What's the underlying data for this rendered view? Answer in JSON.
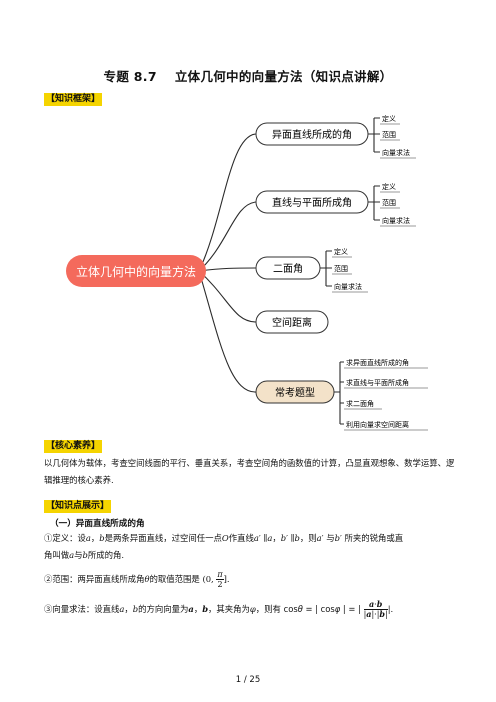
{
  "title": {
    "number": "专题 8.7",
    "text": "立体几何中的向量方法（知识点讲解）"
  },
  "sections": {
    "framework": "【知识框架】",
    "core": "【核心素养】",
    "show": "【知识点展示】"
  },
  "mindmap": {
    "root": "立体几何中的向量方法",
    "branches": [
      {
        "label": "异面直线所成的角",
        "leaves": [
          "定义",
          "范围",
          "向量求法"
        ]
      },
      {
        "label": "直线与平面所成角",
        "leaves": [
          "定义",
          "范围",
          "向量求法"
        ]
      },
      {
        "label": "二面角",
        "leaves": [
          "定义",
          "范围",
          "向量求法"
        ]
      },
      {
        "label": "空间距离",
        "leaves": []
      },
      {
        "label": "常考题型",
        "leaves": [
          "求异面直线所成的角",
          "求直线与平面所成角",
          "求二面角",
          "利用向量求空间距离"
        ]
      }
    ]
  },
  "core_text": "以几何体为载体，考查空间线面的平行、垂直关系，考查空间角的函数值的计算，凸显直观想象、数学运算、逻辑推理的核心素养.",
  "point1": {
    "heading": "（一）异面直线所成的角",
    "def_a": "①定义：设",
    "def_b": "是两条异面直线，过空间任一点",
    "def_c": "作直线",
    "def_d": "，则",
    "def_e": "与",
    "def_f": "所夹的锐角或直",
    "def_g": "角叫做",
    "def_h": "与",
    "def_i": "所成的角.",
    "range_a": "②范围：两异面直线所成角",
    "range_b": "的取值范围是",
    "method_a": "③向量求法：设直线",
    "method_b": "的方向向量为",
    "method_c": "，其夹角为",
    "method_d": "，则有",
    "method_e": "."
  },
  "footer": "1  /  25"
}
